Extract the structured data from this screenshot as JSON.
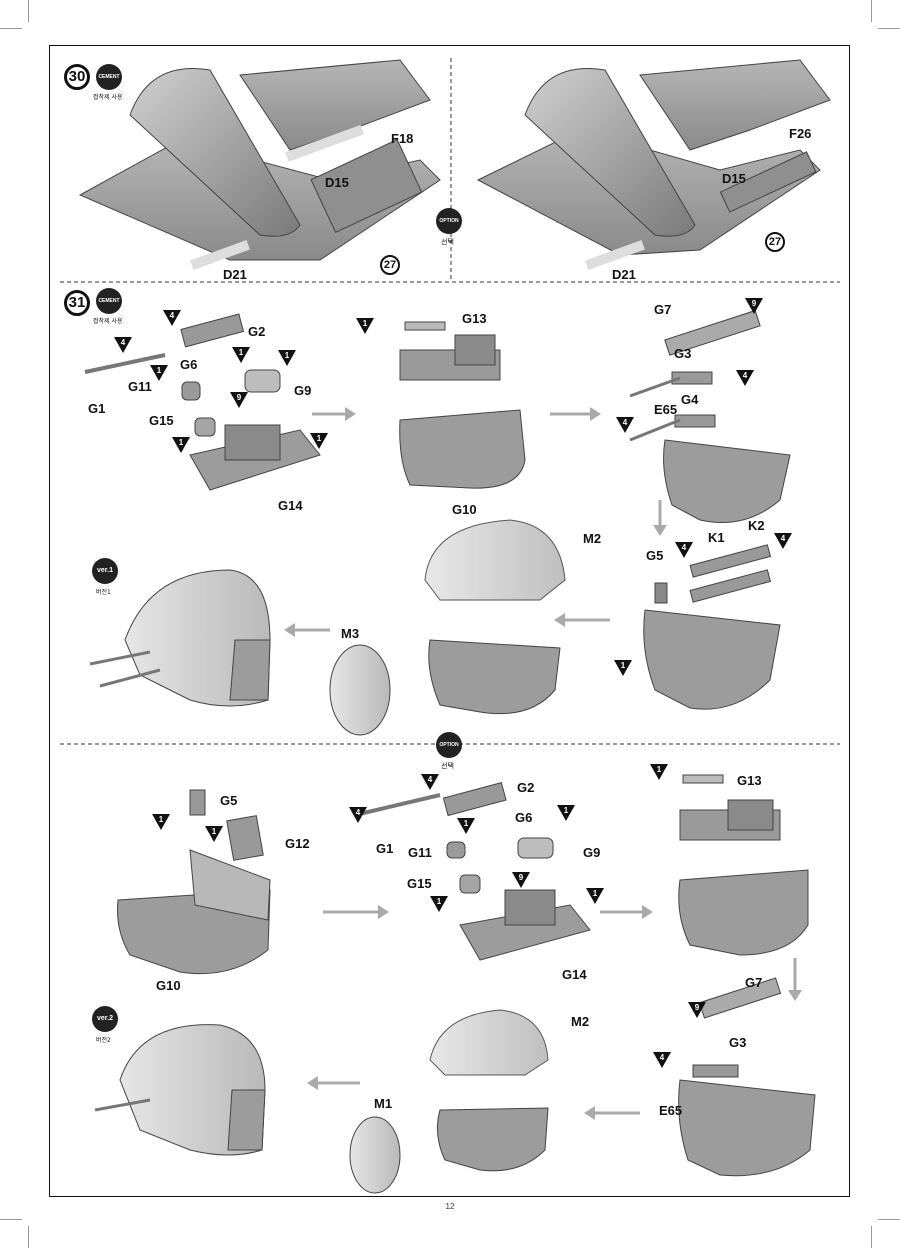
{
  "steps": [
    {
      "number": "30",
      "badge": "CEMENT",
      "badge_sub": "접착제 사용"
    },
    {
      "number": "31",
      "badge": "CEMENT",
      "badge_sub": "접착제 사용"
    }
  ],
  "option_badge": {
    "label": "OPTION",
    "sub": "선택"
  },
  "versions": [
    {
      "label": "ver.1",
      "sub": "버전1"
    },
    {
      "label": "ver.2",
      "sub": "버전2"
    }
  ],
  "step30": {
    "left": {
      "parts": [
        "F18",
        "D15",
        "D21"
      ],
      "callout": "27"
    },
    "right": {
      "parts": [
        "F26",
        "D15",
        "D21"
      ],
      "callout": "27"
    }
  },
  "step31a": {
    "stage1": {
      "parts": [
        "G2",
        "G6",
        "G11",
        "G9",
        "G15",
        "G1",
        "G14"
      ],
      "markers": [
        "4",
        "4",
        "1",
        "1",
        "1",
        "9",
        "1",
        "1"
      ]
    },
    "stage2": {
      "parts": [
        "G13",
        "G10"
      ],
      "markers": [
        "1"
      ]
    },
    "stage3": {
      "parts": [
        "G7",
        "G3",
        "E65",
        "G4"
      ],
      "markers": [
        "9",
        "4",
        "4"
      ]
    },
    "stage4": {
      "parts": [
        "K1",
        "K2",
        "G5"
      ],
      "markers": [
        "4",
        "4",
        "1"
      ]
    },
    "stage5": {
      "parts": [
        "M2",
        "M3"
      ]
    }
  },
  "step31b": {
    "stage1": {
      "parts": [
        "G5",
        "G12",
        "G10"
      ],
      "markers": [
        "1",
        "1"
      ]
    },
    "stage2": {
      "parts": [
        "G2",
        "G6",
        "G1",
        "G11",
        "G9",
        "G15",
        "G14"
      ],
      "markers": [
        "4",
        "4",
        "1",
        "1",
        "9",
        "1",
        "1"
      ]
    },
    "stage3": {
      "parts": [
        "G13"
      ],
      "markers": [
        "1"
      ]
    },
    "stage4": {
      "parts": [
        "G7",
        "G3",
        "E65"
      ],
      "markers": [
        "9",
        "4"
      ]
    },
    "stage5": {
      "parts": [
        "M2",
        "M1"
      ]
    }
  },
  "page_number": "12",
  "colors": {
    "part_gray": "#9c9c9c",
    "part_light": "#c9c9c9",
    "canopy": "#d8d8d8",
    "arrow": "#aaaaaa",
    "ink": "#111111"
  }
}
